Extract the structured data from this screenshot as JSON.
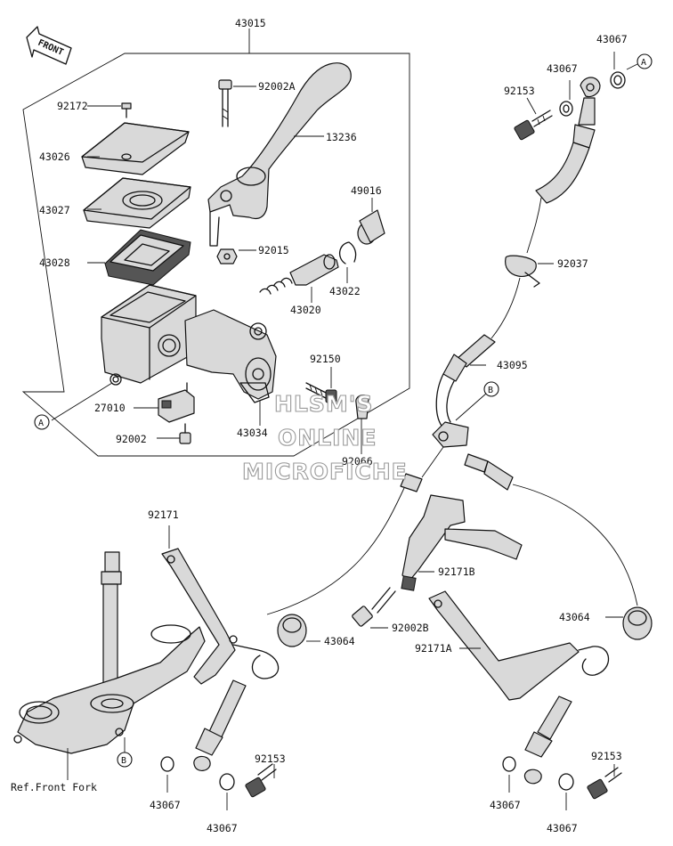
{
  "labels": {
    "p43015": "43015",
    "p92002A": "92002A",
    "p13236": "13236",
    "p92172": "92172",
    "p43026": "43026",
    "p43027": "43027",
    "p43028": "43028",
    "p49016": "49016",
    "p92015": "92015",
    "p43022": "43022",
    "p43020": "43020",
    "p92150": "92150",
    "p27010": "27010",
    "p43034": "43034",
    "p92002": "92002",
    "p92066": "92066",
    "p43067_a": "43067",
    "p43067_b": "43067",
    "p92153_top": "92153",
    "p92037": "92037",
    "p43095": "43095",
    "p92171": "92171",
    "p92171B": "92171B",
    "p92002B": "92002B",
    "p43064_left": "43064",
    "p43064_right": "43064",
    "p92171A": "92171A",
    "p92153_bl": "92153",
    "p92153_br": "92153",
    "p43067_bl1": "43067",
    "p43067_bl2": "43067",
    "p43067_br1": "43067",
    "p43067_br2": "43067",
    "ref_front_fork": "Ref.Front Fork"
  },
  "markers": {
    "a": "A",
    "b": "B"
  },
  "front_arrow": "FRONT",
  "watermark": [
    "HLSM'S",
    "ONLINE",
    "MICROFICHE"
  ]
}
